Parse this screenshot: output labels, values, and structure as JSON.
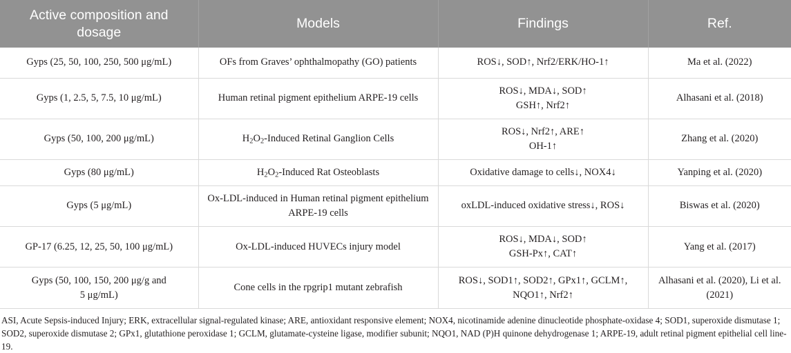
{
  "table": {
    "headers": [
      "Active composition and dosage",
      "Models",
      "Findings",
      "Ref."
    ],
    "rows": [
      {
        "composition": "Gyps (25, 50, 100, 250, 500 μg/mL)",
        "model": "OFs from Graves’ ophthalmopathy (GO) patients",
        "findings": "ROS↓, SOD↑, Nrf2/ERK/HO-1↑",
        "ref": "Ma et al. (2022)"
      },
      {
        "composition": "Gyps (1, 2.5, 5, 7.5, 10 μg/mL)",
        "model": "Human retinal pigment epithelium ARPE-19 cells",
        "findings": "ROS↓, MDA↓, SOD↑ GSH↑, Nrf2↑",
        "findings_line1": "ROS↓, MDA↓, SOD↑",
        "findings_line2": "GSH↑, Nrf2↑",
        "ref": "Alhasani et al. (2018)"
      },
      {
        "composition": "Gyps (50, 100, 200 μg/mL)",
        "model_prefix": "H",
        "model_sub1": "2",
        "model_mid": "O",
        "model_sub2": "2",
        "model_suffix": "-Induced Retinal Ganglion Cells",
        "findings_line1": "ROS↓, Nrf2↑, ARE↑",
        "findings_line2": "OH-1↑",
        "ref": "Zhang et al. (2020)"
      },
      {
        "composition": "Gyps (80 μg/mL)",
        "model_prefix": "H",
        "model_sub1": "2",
        "model_mid": "O",
        "model_sub2": "2",
        "model_suffix": "-Induced Rat Osteoblasts",
        "findings": "Oxidative damage to cells↓, NOX4↓",
        "ref": "Yanping et al. (2020)"
      },
      {
        "composition": "Gyps (5 μg/mL)",
        "model_line1": "Ox-LDL-induced in Human retinal pigment epithelium",
        "model_line2": "ARPE-19 cells",
        "findings": "oxLDL-induced oxidative stress↓, ROS↓",
        "ref": "Biswas et al. (2020)"
      },
      {
        "composition": "GP-17 (6.25, 12, 25, 50, 100 μg/mL)",
        "model": "Ox-LDL-induced HUVECs injury model",
        "findings_line1": "ROS↓, MDA↓, SOD↑",
        "findings_line2": "GSH-Px↑, CAT↑",
        "ref": "Yang et al. (2017)"
      },
      {
        "composition_line1": "Gyps (50, 100, 150, 200 μg/g and",
        "composition_line2": "5 μg/mL)",
        "model": "Cone cells in the rpgrip1 mutant zebrafish",
        "findings_line1": "ROS↓, SOD1↑, SOD2↑, GPx1↑, GCLM↑,",
        "findings_line2": "NQO1↑, Nrf2↑",
        "ref": "Alhasani et al. (2020), Li et al. (2021)"
      }
    ]
  },
  "footnote": {
    "text": "ASI, Acute Sepsis-induced Injury; ERK, extracellular signal-regulated kinase; ARE, antioxidant responsive element; NOX4, nicotinamide adenine dinucleotide phosphate-oxidase 4; SOD1, superoxide dismutase 1; SOD2, superoxide dismutase 2; GPx1, glutathione peroxidase 1; GCLM, glutamate-cysteine ligase, modifier subunit; NQO1, NAD (P)H quinone dehydrogenase 1; ARPE-19, adult retinal pigment epithelial cell line-19."
  },
  "colors": {
    "header_background": "#929292",
    "header_text": "#ffffff",
    "body_text": "#231f20",
    "grid_line": "#d9d9d9"
  }
}
